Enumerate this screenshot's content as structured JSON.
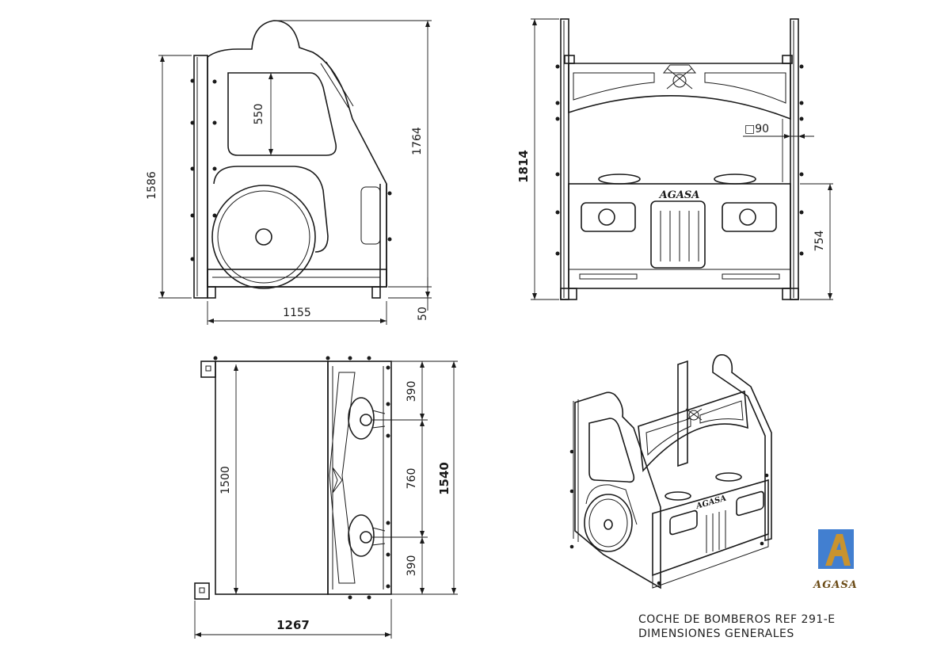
{
  "drawing": {
    "side_view": {
      "dim_window_height": "550",
      "dim_total_height": "1764",
      "dim_body_height": "1586",
      "dim_length": "1155",
      "dim_feet": "50"
    },
    "front_view": {
      "dim_total_height": "1814",
      "dim_post": "□90",
      "dim_front_panel": "754",
      "plate_label": "AGASA"
    },
    "top_view": {
      "dim_inner_width": "1500",
      "dim_seat_top": "390",
      "dim_center": "760",
      "dim_seat_bottom": "390",
      "dim_total_width": "1540",
      "dim_depth": "1267"
    },
    "iso_view": {
      "plate_label": "AGASA"
    },
    "logo": {
      "brand_name": "AGASA",
      "accent_color": "#2f6fc6",
      "gold_color": "#c9932f"
    },
    "caption": {
      "line1": "COCHE DE BOMBEROS REF 291-E",
      "line2": "DIMENSIONES GENERALES"
    }
  }
}
